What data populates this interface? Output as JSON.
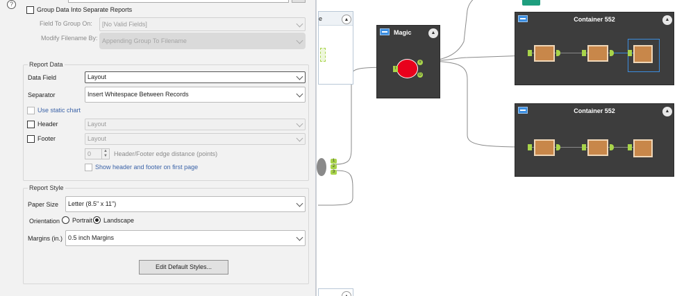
{
  "panel": {
    "group_data_label": "Group Data Into Separate Reports",
    "field_to_group_label": "Field To Group On:",
    "field_to_group_value": "[No Valid Fields]",
    "modify_filename_label": "Modify Filename By:",
    "modify_filename_value": "Appending Group To Filename",
    "report_data": {
      "title": "Report Data",
      "data_field_label": "Data Field",
      "data_field_value": "Layout",
      "separator_label": "Separator",
      "separator_value": "Insert Whitespace Between Records",
      "use_static_chart_label": "Use static chart",
      "header_label": "Header",
      "header_value": "Layout",
      "footer_label": "Footer",
      "footer_value": "Layout",
      "edge_distance_value": "0",
      "edge_distance_label": "Header/Footer edge distance (points)",
      "show_header_footer_label": "Show header and footer on first page"
    },
    "report_style": {
      "title": "Report Style",
      "paper_size_label": "Paper Size",
      "paper_size_value": "Letter (8.5\" x 11\")",
      "orientation_label": "Orientation",
      "portrait_label": "Portrait",
      "landscape_label": "Landscape",
      "orientation_selected": "Landscape",
      "margins_label": "Margins (in.)",
      "margins_value": "0.5 inch Margins",
      "edit_styles_button": "Edit Default Styles..."
    }
  },
  "canvas": {
    "partial_container_title": "e",
    "magic_container_title": "Magic",
    "container_1_title": "Container 552",
    "container_2_title": "Container 552",
    "anchors": {
      "magic_in": "I",
      "magic_out_1": "#",
      "magic_out_2": "D",
      "join_1": "1",
      "join_2": "2",
      "join_3": "3"
    },
    "colors": {
      "container_dark": "#3d3d3d",
      "connector": "#8a8a8a",
      "anchor_green": "#a8d44a",
      "report_tool": "#c8874a",
      "magic_red": "#e8001c",
      "container_icon": "#3c8ee0"
    }
  }
}
